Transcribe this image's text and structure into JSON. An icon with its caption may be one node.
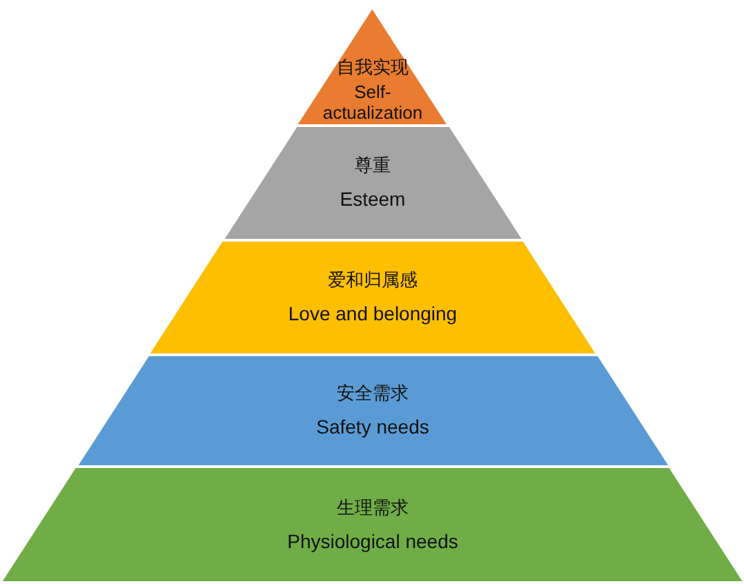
{
  "diagram": {
    "nodes": [
      {
        "text": [
          "自我实现",
          "Self-actualization"
        ]
      },
      {
        "text": [
          "尊重",
          "Esteem"
        ]
      },
      {
        "text": [
          "爱和归属感",
          "Love and belonging"
        ]
      },
      {
        "text": [
          "安全需求",
          "Safety needs"
        ]
      },
      {
        "text": [
          "生理需求",
          "Physiological needs"
        ]
      }
    ]
  }
}
